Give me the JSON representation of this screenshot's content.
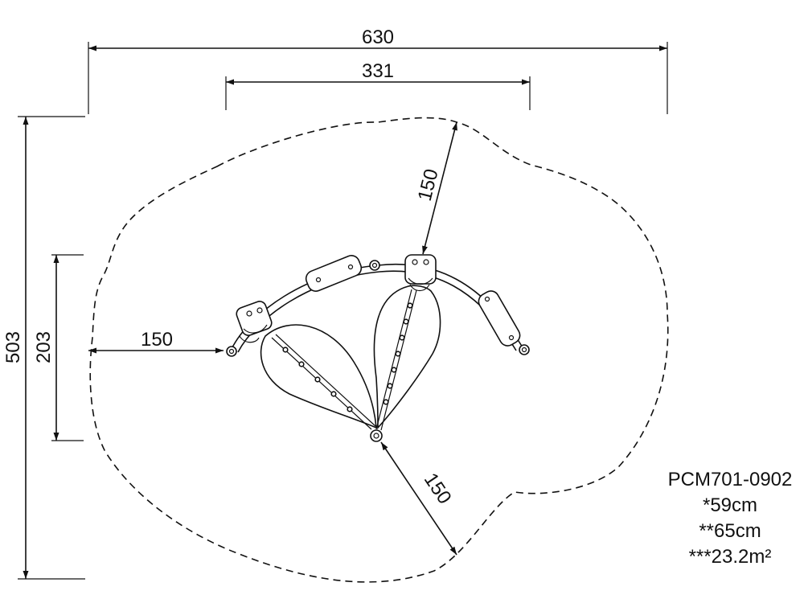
{
  "dimensions": {
    "overall_width": "630",
    "equipment_width": "331",
    "overall_depth": "503",
    "equipment_depth": "203",
    "clearance_left": "150",
    "clearance_top": "150",
    "clearance_bottom": "150"
  },
  "info": {
    "model": "PCM701-0902",
    "free_height": "*59cm",
    "fall_height": "**65cm",
    "area": "***23.2m²"
  }
}
